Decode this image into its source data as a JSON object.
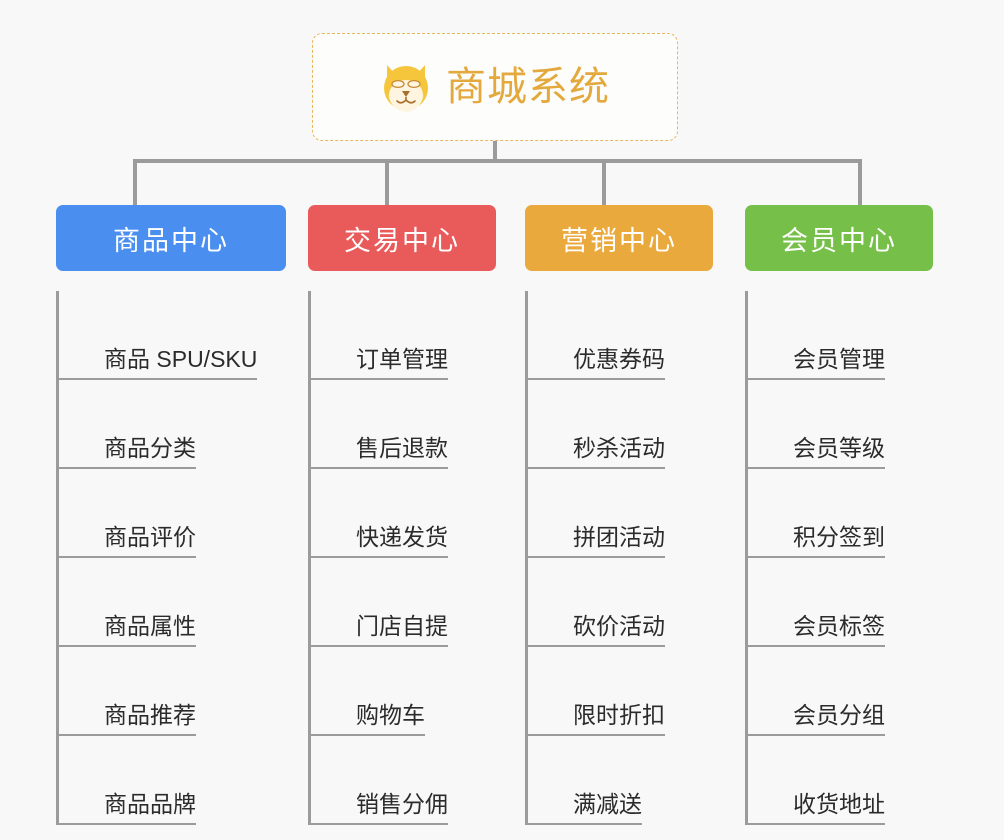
{
  "page": {
    "background_color": "#f8f8f8",
    "connector_color": "#9b9b9b",
    "leaf_text_color": "#2b2b2b"
  },
  "root": {
    "title": "商城系统",
    "icon": "dog-face-icon",
    "title_color": "#e3a93c",
    "border_color": "#e8b85c",
    "background_color": "#fdfdfc"
  },
  "branches": [
    {
      "label": "商品中心",
      "color": "#4a8ef0",
      "items": [
        "商品 SPU/SKU",
        "商品分类",
        "商品评价",
        "商品属性",
        "商品推荐",
        "商品品牌"
      ]
    },
    {
      "label": "交易中心",
      "color": "#e95b5b",
      "items": [
        "订单管理",
        "售后退款",
        "快递发货",
        "门店自提",
        "购物车",
        "销售分佣"
      ]
    },
    {
      "label": "营销中心",
      "color": "#eaa93c",
      "items": [
        "优惠券码",
        "秒杀活动",
        "拼团活动",
        "砍价活动",
        "限时折扣",
        "满减送"
      ]
    },
    {
      "label": "会员中心",
      "color": "#76c04a",
      "items": [
        "会员管理",
        "会员等级",
        "积分签到",
        "会员标签",
        "会员分组",
        "收货地址"
      ]
    }
  ]
}
